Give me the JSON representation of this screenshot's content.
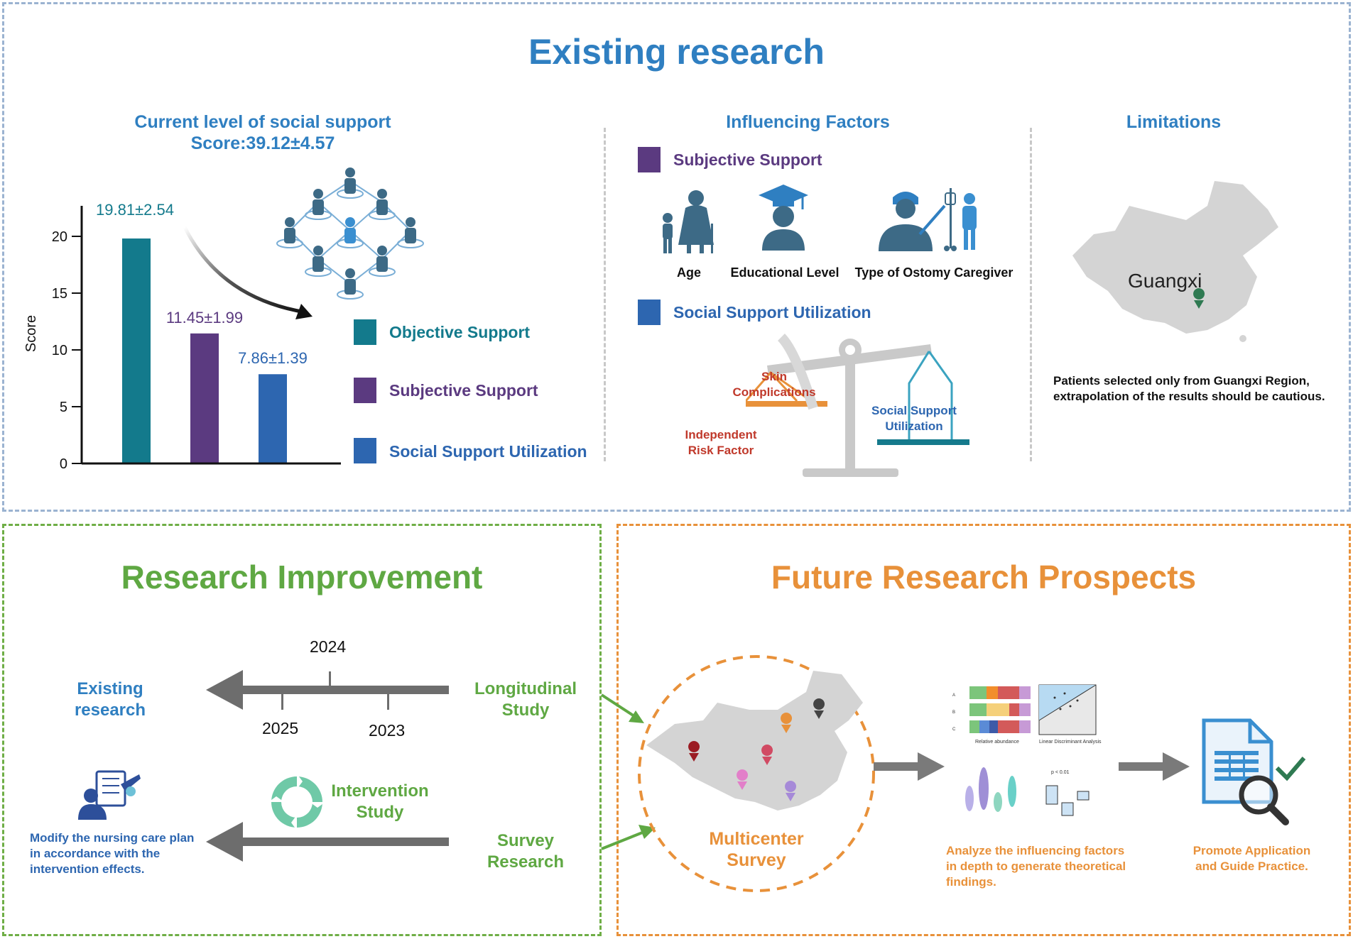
{
  "existing": {
    "title": "Existing research",
    "current_level": {
      "line1": "Current level of social support",
      "line2": "Score:39.12±4.57"
    },
    "chart_data": {
      "type": "bar",
      "categories": [
        "Objective Support",
        "Subjective Support",
        "Social Support Utilization"
      ],
      "values": [
        19.81,
        11.45,
        7.86
      ],
      "value_labels": [
        "19.81±2.54",
        "11.45±1.99",
        "7.86±1.39"
      ],
      "colors": [
        "#137a8c",
        "#5b3a80",
        "#2d66b0"
      ],
      "ylabel": "Score",
      "ylim": [
        0,
        22
      ],
      "yticks": [
        "0",
        "5",
        "10",
        "15",
        "20"
      ],
      "legend_placement": "right"
    },
    "legend": [
      {
        "label": "Objective Support",
        "color": "#137a8c"
      },
      {
        "label": "Subjective Support",
        "color": "#5b3a80"
      },
      {
        "label": "Social Support Utilization",
        "color": "#2d66b0"
      }
    ],
    "influencing": {
      "title": "Influencing Factors",
      "subjective": "Subjective Support",
      "icons": {
        "age": "Age",
        "education": "Educational Level",
        "type": "Type of  Ostomy Caregiver"
      },
      "utilization": "Social Support Utilization",
      "skin": "Skin Complications",
      "social": "Social Support Utilization",
      "risk": "Independent Risk Factor"
    },
    "limitations": {
      "title": "Limitations",
      "map_label": "Guangxi",
      "note": "Patients selected only from Guangxi Region, extrapolation of the results should be cautious."
    }
  },
  "improvement": {
    "title": "Research Improvement",
    "existing": "Existing research",
    "years": [
      "2024",
      "2025",
      "2023"
    ],
    "longitudinal": "Longitudinal Study",
    "intervention": "Intervention Study",
    "survey": "Survey Research",
    "modify": "Modify the nursing care plan in accordance with the intervention effects."
  },
  "future": {
    "title": "Future Research Prospects",
    "multicenter": "Multicenter Survey",
    "analyze": "Analyze the influencing factors in depth to generate theoretical findings.",
    "promote": "Promote Application and Guide Practice.",
    "mini": {
      "abcd": [
        "A",
        "B",
        "C"
      ],
      "rel": "Relative abundance",
      "lda": "Linear Discriminant Analysis",
      "p": "p < 0.01"
    }
  },
  "colors": {
    "blue": "#2f7fc1",
    "green": "#5fa843",
    "orange": "#e8913a",
    "teal": "#137a8c",
    "purple": "#5b3a80",
    "navy": "#2d66b0"
  }
}
